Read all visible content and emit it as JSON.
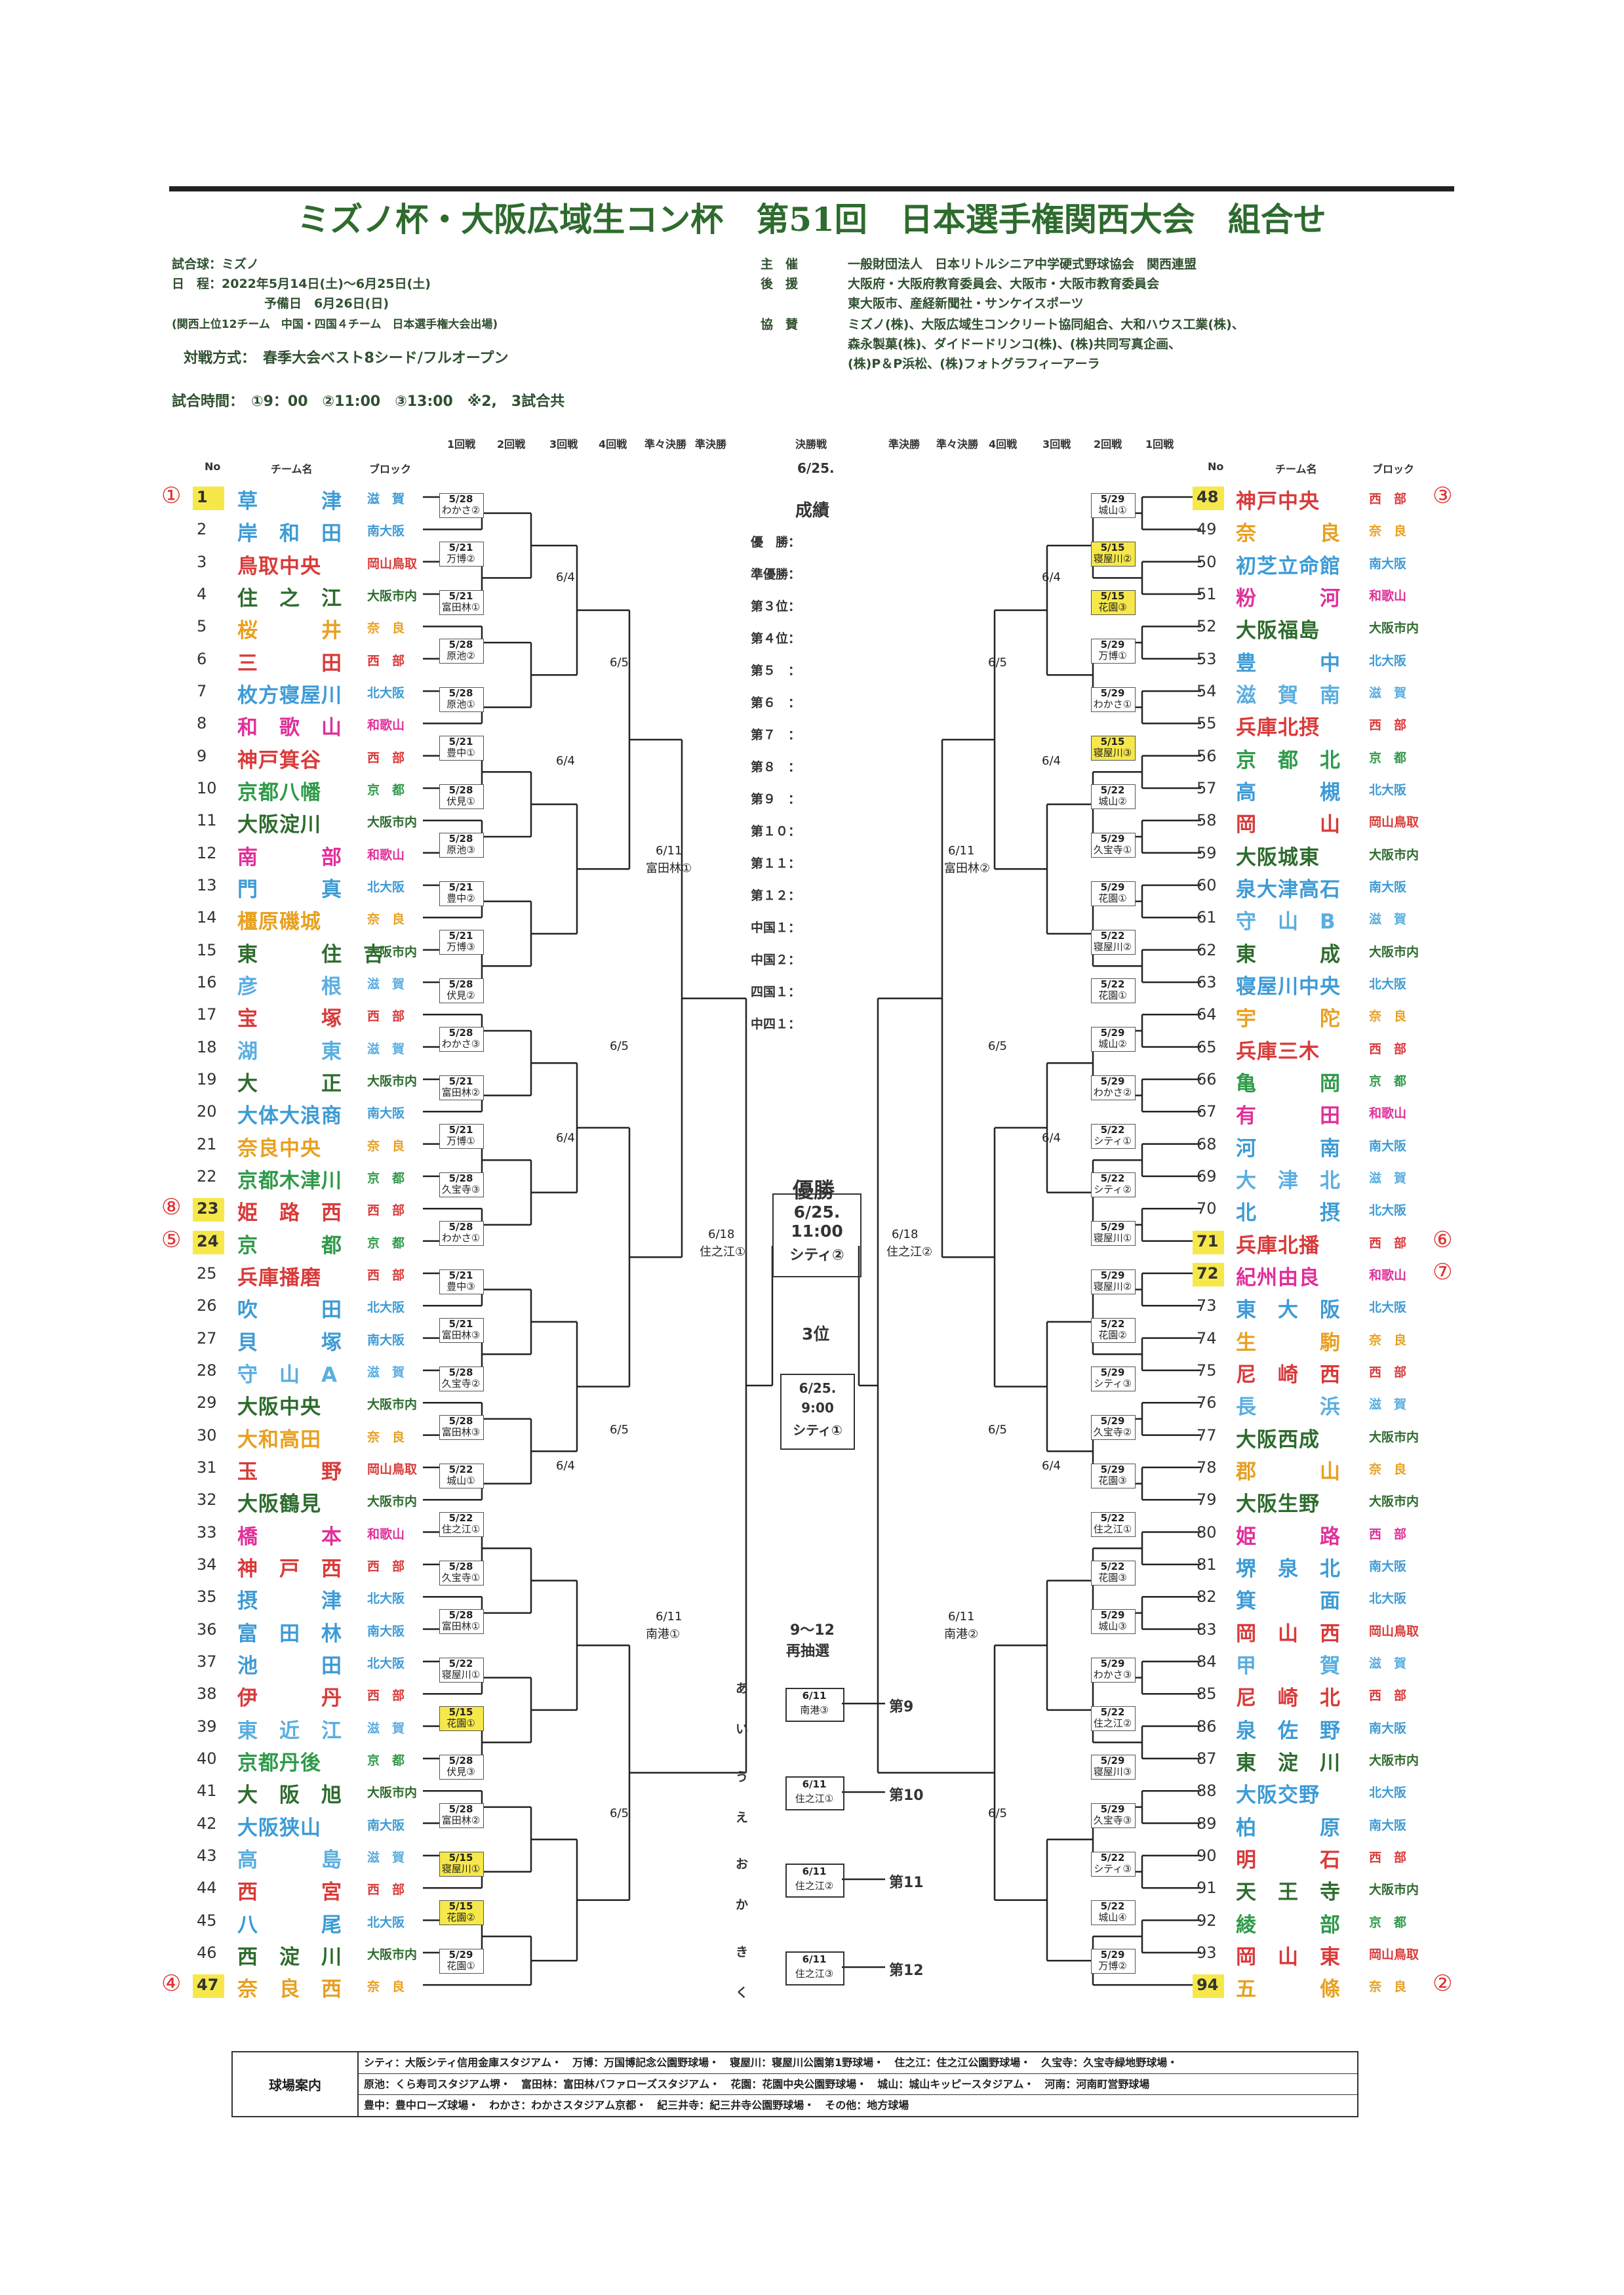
{
  "title": "ミズノ杯・大阪広域生コン杯　第51回　日本選手権関西大会　組合せ",
  "info_left": [
    "試合球：ミズノ",
    "日　程：2022年5月14日(土)～6月25日(土)",
    "予備日　6月26日(日)",
    "(関西上位12チーム　中国・四国４チーム　日本選手権大会出場)",
    "対戦方式：　春季大会ベスト8シード/フルオープン"
  ],
  "match_times": "試合時間：　①9：00　②11:00　③13:00　※2,　3試合共",
  "organizers": [
    {
      "label": "主　催",
      "text": "一般財団法人　日本リトルシニア中学硬式野球協会　関西連盟"
    },
    {
      "label": "後　援",
      "text": "大阪府・大阪府教育委員会、大阪市・大阪市教育委員会"
    },
    {
      "label": "",
      "text": "東大阪市、産経新聞社・サンケイスポーツ"
    },
    {
      "label": "協　賛",
      "text": "ミズノ(株)、大阪広域生コンクリート協同組合、大和ハウス工業(株)、"
    },
    {
      "label": "",
      "text": "森永製菓(株)、ダイドードリンコ(株)、(株)共同写真企画、"
    },
    {
      "label": "",
      "text": "(株)P＆P浜松、(株)フォトグラフィーアーラ"
    }
  ],
  "headers": {
    "no": "No",
    "team": "チーム名",
    "block": "ブロック",
    "rounds_left": [
      "1回戦",
      "2回戦",
      "3回戦",
      "4回戦",
      "準々決勝",
      "準決勝"
    ],
    "final": "決勝戦",
    "final_date": "6/25.",
    "rounds_right": [
      "準決勝",
      "準々決勝",
      "4回戦",
      "3回戦",
      "2回戦",
      "1回戦"
    ]
  },
  "left_teams": [
    {
      "no": "1",
      "name": "草　　　津",
      "block": "滋　賀",
      "seed": "①",
      "color": "#3d9bd6"
    },
    {
      "no": "2",
      "name": "岸　和　田",
      "block": "南大阪",
      "color": "#3d9bd6"
    },
    {
      "no": "3",
      "name": "鳥取中央",
      "block": "岡山鳥取",
      "color": "#d93a3a"
    },
    {
      "no": "4",
      "name": "住　之　江",
      "block": "大阪市内",
      "color": "#2e6b2e"
    },
    {
      "no": "5",
      "name": "桜　　　井",
      "block": "奈　良",
      "color": "#e8a020"
    },
    {
      "no": "6",
      "name": "三　　　田",
      "block": "西　部",
      "color": "#d93a3a"
    },
    {
      "no": "7",
      "name": "枚方寝屋川",
      "block": "北大阪",
      "color": "#3d9bd6"
    },
    {
      "no": "8",
      "name": "和　歌　山",
      "block": "和歌山",
      "color": "#e0309a"
    },
    {
      "no": "9",
      "name": "神戸箕谷",
      "block": "西　部",
      "color": "#d93a3a"
    },
    {
      "no": "10",
      "name": "京都八幡",
      "block": "京　都",
      "color": "#2f9a4a"
    },
    {
      "no": "11",
      "name": "大阪淀川",
      "block": "大阪市内",
      "color": "#2e6b2e"
    },
    {
      "no": "12",
      "name": "南　　　部",
      "block": "和歌山",
      "color": "#e0309a"
    },
    {
      "no": "13",
      "name": "門　　　真",
      "block": "北大阪",
      "color": "#3d9bd6"
    },
    {
      "no": "14",
      "name": "橿原磯城",
      "block": "奈　良",
      "color": "#e8a020"
    },
    {
      "no": "15",
      "name": "東　　　住　吉",
      "block": "大阪市内",
      "color": "#2e6b2e"
    },
    {
      "no": "16",
      "name": "彦　　　根",
      "block": "滋　賀",
      "color": "#5aaee0"
    },
    {
      "no": "17",
      "name": "宝　　　塚",
      "block": "西　部",
      "color": "#d93a3a"
    },
    {
      "no": "18",
      "name": "湖　　　東",
      "block": "滋　賀",
      "color": "#5aaee0"
    },
    {
      "no": "19",
      "name": "大　　　正",
      "block": "大阪市内",
      "color": "#2e6b2e"
    },
    {
      "no": "20",
      "name": "大体大浪商",
      "block": "南大阪",
      "color": "#3d9bd6"
    },
    {
      "no": "21",
      "name": "奈良中央",
      "block": "奈　良",
      "color": "#e8a020"
    },
    {
      "no": "22",
      "name": "京都木津川",
      "block": "京　都",
      "color": "#2f9a4a"
    },
    {
      "no": "23",
      "name": "姫　路　西",
      "block": "西　部",
      "seed": "⑧",
      "color": "#d93a3a"
    },
    {
      "no": "24",
      "name": "京　　　都",
      "block": "京　都",
      "seed": "⑤",
      "color": "#2f9a4a"
    },
    {
      "no": "25",
      "name": "兵庫播磨",
      "block": "西　部",
      "color": "#d93a3a"
    },
    {
      "no": "26",
      "name": "吹　　　田",
      "block": "北大阪",
      "color": "#3d9bd6"
    },
    {
      "no": "27",
      "name": "貝　　　塚",
      "block": "南大阪",
      "color": "#3d9bd6"
    },
    {
      "no": "28",
      "name": "守　山　A",
      "block": "滋　賀",
      "color": "#5aaee0"
    },
    {
      "no": "29",
      "name": "大阪中央",
      "block": "大阪市内",
      "color": "#2e6b2e"
    },
    {
      "no": "30",
      "name": "大和高田",
      "block": "奈　良",
      "color": "#e8a020"
    },
    {
      "no": "31",
      "name": "玉　　　野",
      "block": "岡山鳥取",
      "color": "#d93a3a"
    },
    {
      "no": "32",
      "name": "大阪鶴見",
      "block": "大阪市内",
      "color": "#2e6b2e"
    },
    {
      "no": "33",
      "name": "橋　　　本",
      "block": "和歌山",
      "color": "#e0309a"
    },
    {
      "no": "34",
      "name": "神　戸　西",
      "block": "西　部",
      "color": "#d93a3a"
    },
    {
      "no": "35",
      "name": "摂　　　津",
      "block": "北大阪",
      "color": "#3d9bd6"
    },
    {
      "no": "36",
      "name": "富　田　林",
      "block": "南大阪",
      "color": "#3d9bd6"
    },
    {
      "no": "37",
      "name": "池　　　田",
      "block": "北大阪",
      "color": "#3d9bd6"
    },
    {
      "no": "38",
      "name": "伊　　　丹",
      "block": "西　部",
      "color": "#d93a3a"
    },
    {
      "no": "39",
      "name": "東　近　江",
      "block": "滋　賀",
      "color": "#5aaee0"
    },
    {
      "no": "40",
      "name": "京都丹後",
      "block": "京　都",
      "color": "#2f9a4a"
    },
    {
      "no": "41",
      "name": "大　阪　旭",
      "block": "大阪市内",
      "color": "#2e6b2e"
    },
    {
      "no": "42",
      "name": "大阪狭山",
      "block": "南大阪",
      "color": "#3d9bd6"
    },
    {
      "no": "43",
      "name": "高　　　島",
      "block": "滋　賀",
      "color": "#5aaee0"
    },
    {
      "no": "44",
      "name": "西　　　宮",
      "block": "西　部",
      "color": "#d93a3a"
    },
    {
      "no": "45",
      "name": "八　　　尾",
      "block": "北大阪",
      "color": "#3d9bd6"
    },
    {
      "no": "46",
      "name": "西　淀　川",
      "block": "大阪市内",
      "color": "#2e6b2e"
    },
    {
      "no": "47",
      "name": "奈　良　西",
      "block": "奈　良",
      "seed": "④",
      "color": "#e8a020"
    }
  ],
  "right_teams": [
    {
      "no": "48",
      "name": "神戸中央",
      "block": "西　部",
      "seed": "③",
      "color": "#d93a3a"
    },
    {
      "no": "49",
      "name": "奈　　　良",
      "block": "奈　良",
      "color": "#e8a020"
    },
    {
      "no": "50",
      "name": "初芝立命館",
      "block": "南大阪",
      "color": "#3d9bd6"
    },
    {
      "no": "51",
      "name": "粉　　　河",
      "block": "和歌山",
      "color": "#e0309a"
    },
    {
      "no": "52",
      "name": "大阪福島",
      "block": "大阪市内",
      "color": "#2e6b2e"
    },
    {
      "no": "53",
      "name": "豊　　　中",
      "block": "北大阪",
      "color": "#3d9bd6"
    },
    {
      "no": "54",
      "name": "滋　賀　南",
      "block": "滋　賀",
      "color": "#5aaee0"
    },
    {
      "no": "55",
      "name": "兵庫北摂",
      "block": "西　部",
      "color": "#d93a3a"
    },
    {
      "no": "56",
      "name": "京　都　北",
      "block": "京　都",
      "color": "#2f9a4a"
    },
    {
      "no": "57",
      "name": "高　　　槻",
      "block": "北大阪",
      "color": "#3d9bd6"
    },
    {
      "no": "58",
      "name": "岡　　　山",
      "block": "岡山鳥取",
      "color": "#d93a3a"
    },
    {
      "no": "59",
      "name": "大阪城東",
      "block": "大阪市内",
      "color": "#2e6b2e"
    },
    {
      "no": "60",
      "name": "泉大津高石",
      "block": "南大阪",
      "color": "#3d9bd6"
    },
    {
      "no": "61",
      "name": "守　山　B",
      "block": "滋　賀",
      "color": "#5aaee0"
    },
    {
      "no": "62",
      "name": "東　　　成",
      "block": "大阪市内",
      "color": "#2e6b2e"
    },
    {
      "no": "63",
      "name": "寝屋川中央",
      "block": "北大阪",
      "color": "#3d9bd6"
    },
    {
      "no": "64",
      "name": "宇　　　陀",
      "block": "奈　良",
      "color": "#e8a020"
    },
    {
      "no": "65",
      "name": "兵庫三木",
      "block": "西　部",
      "color": "#d93a3a"
    },
    {
      "no": "66",
      "name": "亀　　　岡",
      "block": "京　都",
      "color": "#2f9a4a"
    },
    {
      "no": "67",
      "name": "有　　　田",
      "block": "和歌山",
      "color": "#e0309a"
    },
    {
      "no": "68",
      "name": "河　　　南",
      "block": "南大阪",
      "color": "#3d9bd6"
    },
    {
      "no": "69",
      "name": "大　津　北",
      "block": "滋　賀",
      "color": "#5aaee0"
    },
    {
      "no": "70",
      "name": "北　　　摂",
      "block": "北大阪",
      "color": "#3d9bd6"
    },
    {
      "no": "71",
      "name": "兵庫北播",
      "block": "西　部",
      "seed": "⑥",
      "color": "#d93a3a"
    },
    {
      "no": "72",
      "name": "紀州由良",
      "block": "和歌山",
      "seed": "⑦",
      "color": "#e0309a"
    },
    {
      "no": "73",
      "name": "東　大　阪",
      "block": "北大阪",
      "color": "#3d9bd6"
    },
    {
      "no": "74",
      "name": "生　　　駒",
      "block": "奈　良",
      "color": "#e8a020"
    },
    {
      "no": "75",
      "name": "尼　崎　西",
      "block": "西　部",
      "color": "#d93a3a"
    },
    {
      "no": "76",
      "name": "長　　　浜",
      "block": "滋　賀",
      "color": "#5aaee0"
    },
    {
      "no": "77",
      "name": "大阪西成",
      "block": "大阪市内",
      "color": "#2e6b2e"
    },
    {
      "no": "78",
      "name": "郡　　　山",
      "block": "奈　良",
      "color": "#e8a020"
    },
    {
      "no": "79",
      "name": "大阪生野",
      "block": "大阪市内",
      "color": "#2e6b2e"
    },
    {
      "no": "80",
      "name": "姫　　　路",
      "block": "西　部",
      "color": "#e0309a"
    },
    {
      "no": "81",
      "name": "堺　泉　北",
      "block": "南大阪",
      "color": "#3d9bd6"
    },
    {
      "no": "82",
      "name": "箕　　　面",
      "block": "北大阪",
      "color": "#3d9bd6"
    },
    {
      "no": "83",
      "name": "岡　山　西",
      "block": "岡山鳥取",
      "color": "#d93a3a"
    },
    {
      "no": "84",
      "name": "甲　　　賀",
      "block": "滋　賀",
      "color": "#5aaee0"
    },
    {
      "no": "85",
      "name": "尼　崎　北",
      "block": "西　部",
      "color": "#d93a3a"
    },
    {
      "no": "86",
      "name": "泉　佐　野",
      "block": "南大阪",
      "color": "#3d9bd6"
    },
    {
      "no": "87",
      "name": "東　淀　川",
      "block": "大阪市内",
      "color": "#2e6b2e"
    },
    {
      "no": "88",
      "name": "大阪交野",
      "block": "北大阪",
      "color": "#3d9bd6"
    },
    {
      "no": "89",
      "name": "柏　　　原",
      "block": "南大阪",
      "color": "#3d9bd6"
    },
    {
      "no": "90",
      "name": "明　　　石",
      "block": "西　部",
      "color": "#d93a3a"
    },
    {
      "no": "91",
      "name": "天　王　寺",
      "block": "大阪市内",
      "color": "#2e6b2e"
    },
    {
      "no": "92",
      "name": "綾　　　部",
      "block": "京　都",
      "color": "#2f9a4a"
    },
    {
      "no": "93",
      "name": "岡　山　東",
      "block": "岡山鳥取",
      "color": "#d93a3a"
    },
    {
      "no": "94",
      "name": "五　　　條",
      "block": "奈　良",
      "seed": "②",
      "color": "#e8a020"
    }
  ],
  "left_games_r1": [
    {
      "date": "5/28",
      "venue": "わかさ②"
    },
    {
      "date": "5/21",
      "venue": "万博②"
    },
    {
      "date": "5/21",
      "venue": "富田林①"
    },
    {
      "date": "5/28",
      "venue": "原池②"
    },
    {
      "date": "5/28",
      "venue": "原池①"
    },
    {
      "date": "5/21",
      "venue": "豊中①"
    },
    {
      "date": "5/28",
      "venue": "伏見①"
    },
    {
      "date": "5/28",
      "venue": "原池③"
    },
    {
      "date": "5/21",
      "venue": "豊中②"
    },
    {
      "date": "5/21",
      "venue": "万博③"
    },
    {
      "date": "5/28",
      "venue": "伏見②"
    },
    {
      "date": "5/28",
      "venue": "わかさ③"
    },
    {
      "date": "5/21",
      "venue": "富田林②"
    },
    {
      "date": "5/21",
      "venue": "万博①"
    },
    {
      "date": "5/28",
      "venue": "久宝寺③"
    },
    {
      "date": "5/28",
      "venue": "わかさ①"
    },
    {
      "date": "5/21",
      "venue": "豊中③"
    },
    {
      "date": "5/21",
      "venue": "富田林③"
    },
    {
      "date": "5/28",
      "venue": "久宝寺②"
    },
    {
      "date": "5/28",
      "venue": "富田林③"
    },
    {
      "date": "5/22",
      "venue": "城山①"
    },
    {
      "date": "5/22",
      "venue": "住之江①"
    },
    {
      "date": "5/28",
      "venue": "久宝寺①"
    },
    {
      "date": "5/28",
      "venue": "富田林①"
    },
    {
      "date": "5/22",
      "venue": "寝屋川①"
    },
    {
      "date": "5/15",
      "venue": "花園①"
    },
    {
      "date": "5/28",
      "venue": "伏見③"
    },
    {
      "date": "5/28",
      "venue": "富田林②"
    },
    {
      "date": "5/15",
      "venue": "寝屋川①"
    },
    {
      "date": "5/15",
      "venue": "花園②"
    },
    {
      "date": "5/29",
      "venue": "花園①"
    }
  ],
  "right_games_r1": [
    {
      "date": "5/29",
      "venue": "城山①"
    },
    {
      "date": "5/15",
      "venue": "寝屋川②"
    },
    {
      "date": "5/15",
      "venue": "花園③"
    },
    {
      "date": "5/29",
      "venue": "万博①"
    },
    {
      "date": "5/29",
      "venue": "わかさ①"
    },
    {
      "date": "5/15",
      "venue": "寝屋川③"
    },
    {
      "date": "5/22",
      "venue": "城山②"
    },
    {
      "date": "5/29",
      "venue": "久宝寺①"
    },
    {
      "date": "5/29",
      "venue": "花園①"
    },
    {
      "date": "5/22",
      "venue": "寝屋川②"
    },
    {
      "date": "5/22",
      "venue": "花園①"
    },
    {
      "date": "5/29",
      "venue": "城山②"
    },
    {
      "date": "5/29",
      "venue": "わかさ②"
    },
    {
      "date": "5/22",
      "venue": "シティ①"
    },
    {
      "date": "5/22",
      "venue": "シティ②"
    },
    {
      "date": "5/29",
      "venue": "寝屋川①"
    },
    {
      "date": "5/29",
      "venue": "寝屋川②"
    },
    {
      "date": "5/22",
      "venue": "花園②"
    },
    {
      "date": "5/29",
      "venue": "シティ③"
    },
    {
      "date": "5/29",
      "venue": "久宝寺②"
    },
    {
      "date": "5/29",
      "venue": "花園③"
    },
    {
      "date": "5/22",
      "venue": "住之江①"
    },
    {
      "date": "5/22",
      "venue": "花園③"
    },
    {
      "date": "5/29",
      "venue": "城山③"
    },
    {
      "date": "5/29",
      "venue": "わかさ③"
    },
    {
      "date": "5/22",
      "venue": "住之江②"
    },
    {
      "date": "5/29",
      "venue": "寝屋川③"
    },
    {
      "date": "5/29",
      "venue": "久宝寺③"
    },
    {
      "date": "5/22",
      "venue": "シティ③"
    },
    {
      "date": "5/22",
      "venue": "城山④"
    },
    {
      "date": "5/29",
      "venue": "万博②"
    }
  ],
  "round_dates": {
    "r4": "6/4",
    "qf": "6/5",
    "sf": "6/11",
    "semi_final": "6/18"
  },
  "left_later": {
    "sf_top": "富田林①",
    "sf_bottom": "南港①",
    "semi": "住之江①"
  },
  "right_later": {
    "sf_top": "富田林②",
    "sf_bottom": "南港②",
    "semi": "住之江②"
  },
  "results": {
    "title": "成績",
    "rows": [
      "優　勝：",
      "準優勝：",
      "第３位：",
      "第４位：",
      "第５　：",
      "第６　：",
      "第７　：",
      "第８　：",
      "第９　：",
      "第１０：",
      "第１１：",
      "第１２：",
      "中国１：",
      "中国２：",
      "四国１：",
      "中四１："
    ]
  },
  "final": {
    "label": "優勝",
    "date": "6/25.",
    "time": "11:00",
    "venue": "シティ②"
  },
  "third": {
    "label": "3位",
    "date": "6/25.",
    "time": "9:00",
    "venue": "シティ①"
  },
  "redraw": {
    "title": "9～12",
    "subtitle": "再抽選",
    "games": [
      {
        "kana": [
          "あ",
          "い"
        ],
        "date": "6/11",
        "venue": "南港③",
        "place": "第9"
      },
      {
        "kana": [
          "う",
          "え"
        ],
        "date": "6/11",
        "venue": "住之江①",
        "place": "第10"
      },
      {
        "kana": [
          "お",
          "か"
        ],
        "date": "6/11",
        "venue": "住之江②",
        "place": "第11"
      },
      {
        "kana": [
          "き",
          "く"
        ],
        "date": "6/11",
        "venue": "住之江③",
        "place": "第12"
      }
    ]
  },
  "venues": {
    "head": "球場案内",
    "rows": [
      "シティ：大阪シティ信用金庫スタジアム・　万博：万国博記念公園野球場・　寝屋川：寝屋川公園第1野球場・　住之江：住之江公園野球場・　久宝寺：久宝寺緑地野球場・",
      "原池：くら寿司スタジアム堺・　富田林：富田林バファローズスタジアム・　花園：花園中央公園野球場・　城山：城山キッピースタジアム・　河南：河南町営野球場",
      "豊中：豊中ローズ球場・　わかさ：わかさスタジアム京都・　紀三井寺：紀三井寺公園野球場・　その他：地方球場"
    ]
  }
}
